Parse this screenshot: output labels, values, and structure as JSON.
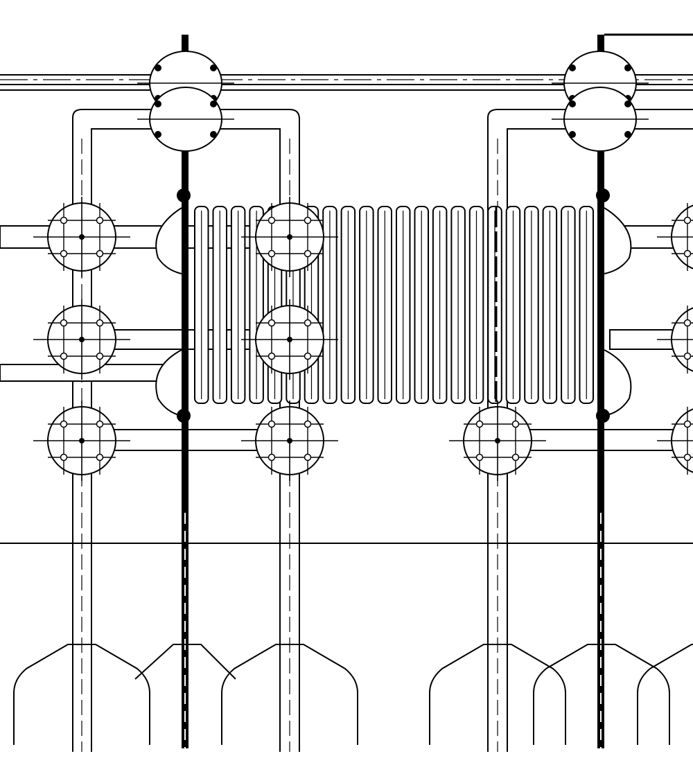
{
  "drawing": {
    "line_color": "#000000",
    "background": "#ffffff"
  },
  "components": {
    "main_busbars": 2,
    "vertical_risers": 3,
    "post_insulators": 5,
    "flange_connectors": 10,
    "bellows_convolutions": 22
  },
  "icons": [
    "flange-icon",
    "insulator-icon",
    "bellows-icon"
  ]
}
